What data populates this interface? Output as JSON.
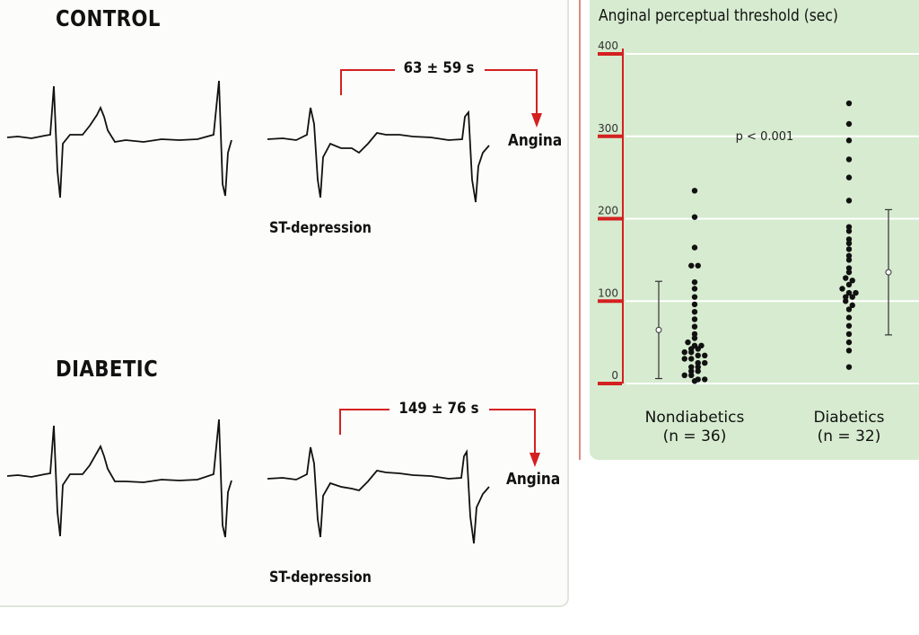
{
  "left": {
    "control": {
      "title": "CONTROL",
      "time": "63 ± 59 s",
      "angina": "Angina",
      "st": "ST-depression"
    },
    "diabetic": {
      "title": "DIABETIC",
      "time": "149 ± 76 s",
      "angina": "Angina",
      "st": "ST-depression"
    }
  },
  "chart_data": {
    "type": "scatter",
    "title": "Anginal perceptual threshold (sec)",
    "ylim": [
      0,
      400
    ],
    "yticks": [
      "0",
      "100",
      "200",
      "300",
      "400"
    ],
    "annotation": "p < 0.001",
    "grid": true,
    "colors": {
      "points": "#111111",
      "axis": "#d42020",
      "background": "#d6ebcf",
      "grid": "#ffffff"
    },
    "groups": [
      {
        "label": "Nondiabetics",
        "n_label": "(n = 36)",
        "values": [
          234,
          202,
          165,
          143,
          143,
          123,
          115,
          105,
          96,
          87,
          78,
          69,
          60,
          55,
          50,
          46,
          46,
          42,
          42,
          38,
          38,
          34,
          34,
          30,
          30,
          25,
          25,
          20,
          20,
          15,
          15,
          10,
          10,
          5,
          5,
          3
        ],
        "mean": 65,
        "sd": 59
      },
      {
        "label": "Diabetics",
        "n_label": "(n = 32)",
        "values": [
          340,
          315,
          295,
          272,
          250,
          222,
          190,
          185,
          175,
          170,
          163,
          155,
          150,
          140,
          135,
          128,
          125,
          120,
          115,
          110,
          110,
          105,
          105,
          100,
          95,
          90,
          80,
          70,
          60,
          50,
          40,
          20
        ],
        "mean": 135,
        "sd": 76
      }
    ]
  }
}
